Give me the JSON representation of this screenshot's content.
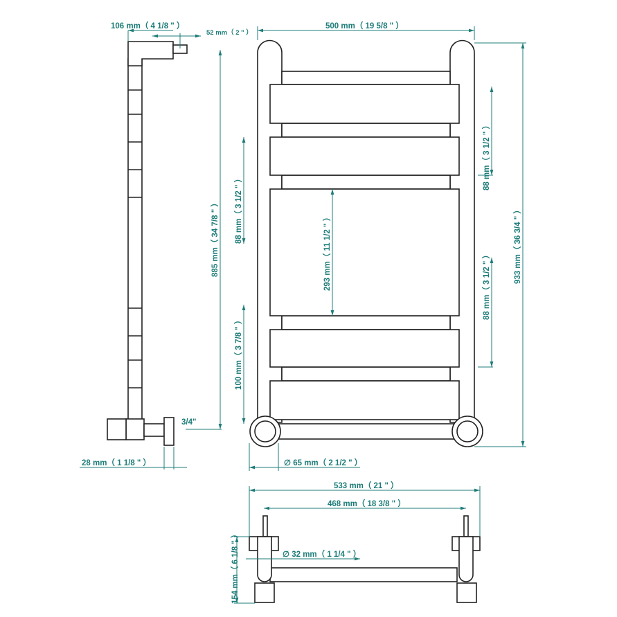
{
  "side_view": {
    "depth_total": "106 mm（ 4 1/8 \" ）",
    "valve_offset": "52 mm（ 2 \" ）",
    "height_pipe": "885 mm（ 34 7/8 \" ）",
    "connection": "3/4\"",
    "flange": "28 mm（ 1 1/8 \" ）"
  },
  "front_view": {
    "width": "500 mm（ 19 5/8 \" ）",
    "height": "933 mm（ 36 3/4 \" ）",
    "spacing_right_top": "88 mm（ 3 1/2 \" ）",
    "spacing_right_bottom": "88 mm（ 3 1/2 \" ）",
    "spacing_left": "88 mm（ 3 1/2 \" ）",
    "panel_height": "293 mm（ 11 1/2 \" ）",
    "bottom_spacing": "100 mm（ 3 7/8 \" ）",
    "rosette": "∅ 65 mm（ 2 1/2 \" ）"
  },
  "bottom_view": {
    "overall_width": "533 mm（ 21 \" ）",
    "centers": "468 mm（ 18 3/8 \" ）",
    "tube_diameter": "∅ 32 mm（ 1 1/4 \" ）",
    "depth": "154 mm（ 6 1/8 \" ）"
  },
  "colors": {
    "dimension": "#1d7c78",
    "outline": "#222222"
  }
}
